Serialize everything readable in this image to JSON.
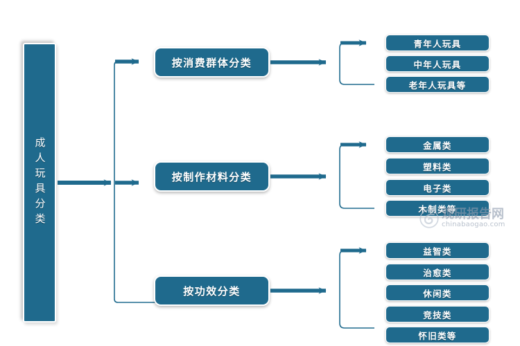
{
  "diagram": {
    "title": "成人玩具分类",
    "root": {
      "label": "成人玩具分类"
    },
    "branches": [
      {
        "label": "按消费群体分类",
        "items": [
          {
            "label": "青年人玩具"
          },
          {
            "label": "中年人玩具"
          },
          {
            "label": "老年人玩具等"
          }
        ]
      },
      {
        "label": "按制作材料分类",
        "items": [
          {
            "label": "金属类"
          },
          {
            "label": "塑料类"
          },
          {
            "label": "电子类"
          },
          {
            "label": "木制类等"
          }
        ]
      },
      {
        "label": "按功效分类",
        "items": [
          {
            "label": "益智类"
          },
          {
            "label": "治愈类"
          },
          {
            "label": "休闲类"
          },
          {
            "label": "竞技类"
          },
          {
            "label": "怀旧类等"
          }
        ]
      }
    ]
  },
  "watermark": {
    "brand_cn": "观研报告网",
    "brand_url": "chinabaogao.com",
    "logo_icon": "swirl-logo-icon"
  },
  "colors": {
    "node_fill": "#1f6a8d",
    "node_border": "#ffffff",
    "node_text": "#ffffff",
    "connector": "#1f6a8d",
    "background": "#ffffff",
    "watermark_text": "#8d9bae"
  }
}
